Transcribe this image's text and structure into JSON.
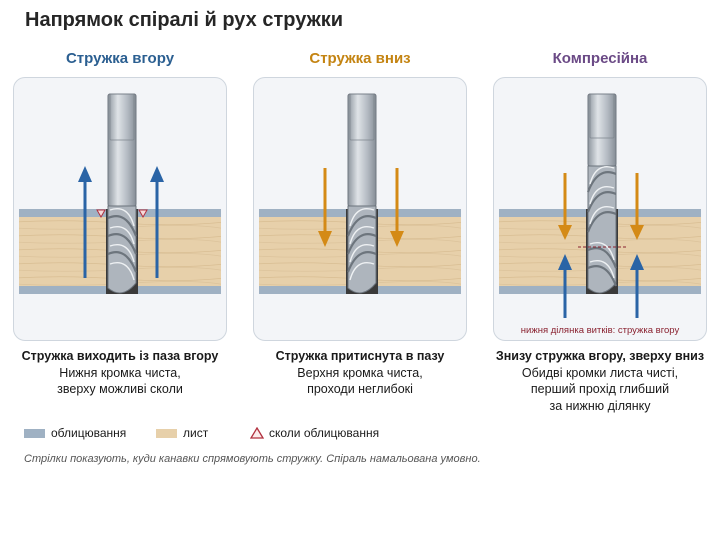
{
  "title": "Напрямок спіралі й рух стружки",
  "panels": [
    {
      "title": "Стружка вгору",
      "title_color": "#2b5f91",
      "arrow_direction": "up",
      "arrow_color": "#2a64a6",
      "caption": {
        "heading": "Стружка виходить із паза вгору",
        "lines": [
          "Нижня кромка чиста,",
          "зверху можливі сколи"
        ]
      }
    },
    {
      "title": "Стружка вниз",
      "title_color": "#c48412",
      "arrow_direction": "down",
      "arrow_color": "#d48a16",
      "caption": {
        "heading": "Стружка притиснута в пазу",
        "lines": [
          "Верхня кромка чиста,",
          "проходи неглибокі"
        ]
      }
    },
    {
      "title": "Компресійна",
      "title_color": "#6b4a86",
      "arrow_direction": "compression",
      "arrow_color_up": "#2a64a6",
      "arrow_color_down": "#d48a16",
      "annotation": "нижня ділянка витків: стружка вгору",
      "annotation_color": "#8a2230",
      "caption": {
        "heading": "Знизу стружка вгору, зверху вниз",
        "lines": [
          "Обидві кромки листа чисті,",
          "перший прохід глибший",
          "за нижню ділянку"
        ]
      }
    }
  ],
  "legend": [
    {
      "label": "облицювання",
      "swatch": "veneer",
      "color": "#9fb1c3"
    },
    {
      "label": "лист",
      "swatch": "board",
      "color": "#e7d0aa"
    },
    {
      "label": "сколи облицювання",
      "swatch": "chip-triangle",
      "color": "#b1303e"
    }
  ],
  "colors": {
    "veneer": "#9fb1c3",
    "board": "#e7d0aa",
    "card_bg": "#f3f5f8",
    "tool": "#b4bbc3"
  },
  "footnote": "Стрілки показують, куди канавки спрямовують стружку. Спіраль намальована умовно."
}
